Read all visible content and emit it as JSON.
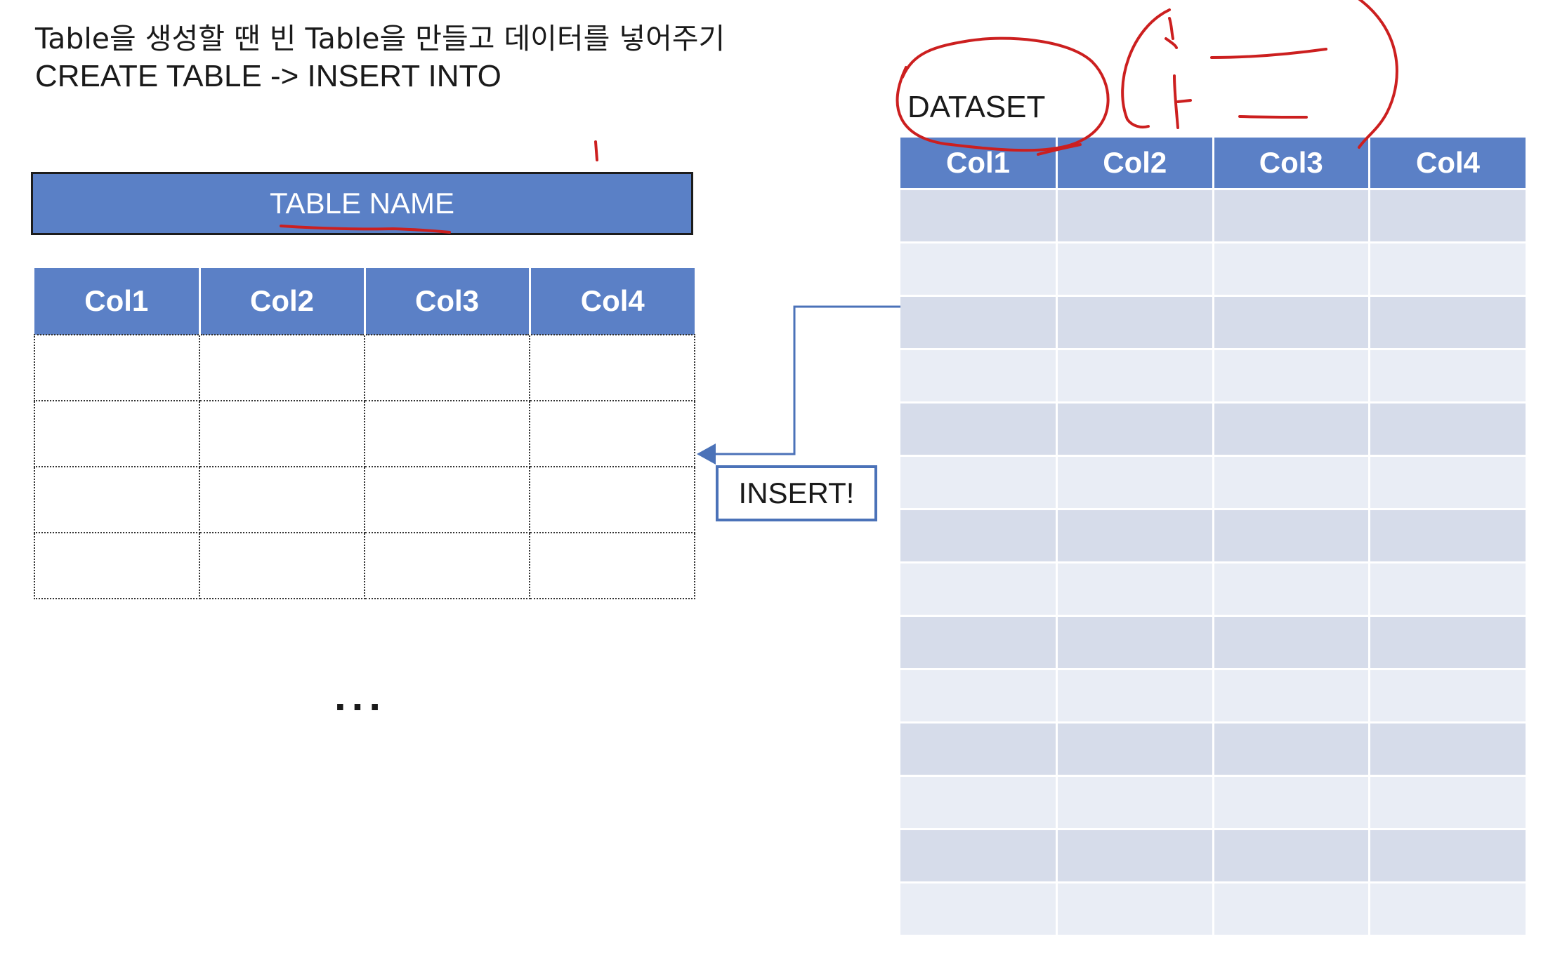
{
  "header": {
    "line1": "Table을 생성할 땐 빈 Table을 만들고 데이터를 넣어주기",
    "line2": "CREATE TABLE -> INSERT INTO"
  },
  "target_table": {
    "name": "TABLE NAME",
    "columns": [
      "Col1",
      "Col2",
      "Col3",
      "Col4"
    ],
    "empty_rows": 4,
    "continuation": "..."
  },
  "insert_label": "INSERT!",
  "dataset": {
    "label": "DATASET",
    "columns": [
      "Col1",
      "Col2",
      "Col3",
      "Col4"
    ],
    "row_count": 14
  },
  "colors": {
    "header_fill": "#5b80c6",
    "arrow": "#4b72b8",
    "row_dark": "#d6dcea",
    "row_light": "#e9edf5",
    "annotation_ink": "#cc1f1f"
  }
}
